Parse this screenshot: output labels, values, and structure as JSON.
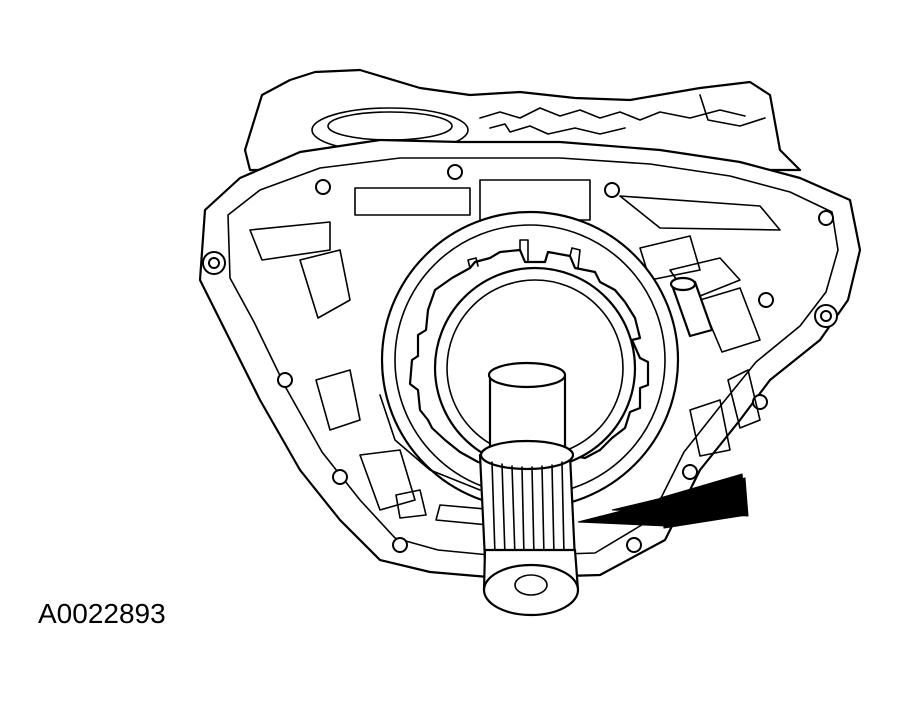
{
  "illustration": {
    "subject": "transmission-case-with-shaft",
    "figure_id": "A0022893",
    "callout": "arrow-pointing-to-shaft-seal",
    "line_color": "#000000",
    "background_color": "#ffffff"
  }
}
